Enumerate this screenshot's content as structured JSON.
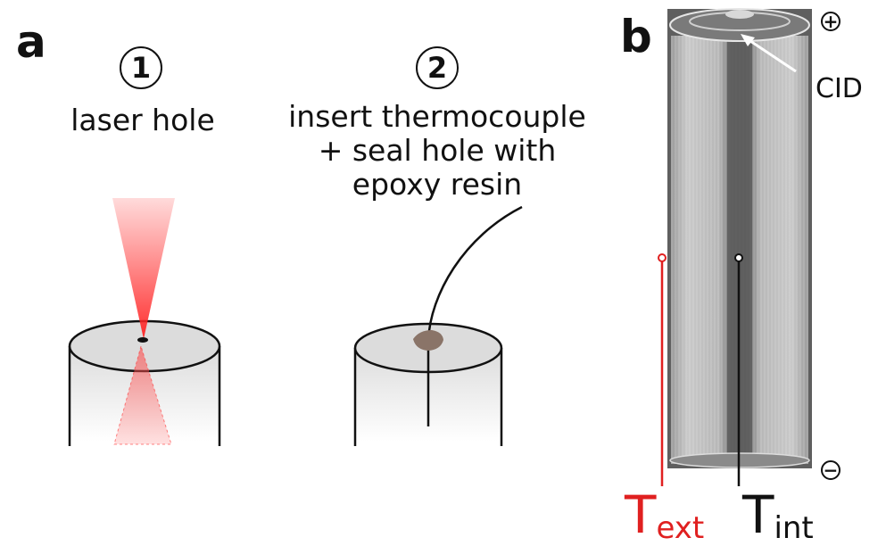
{
  "panel_a": {
    "letter": "a",
    "step1": {
      "number": "1",
      "caption": "laser hole"
    },
    "step2": {
      "number": "2",
      "caption_lines": [
        "insert thermocouple",
        "+ seal hole with",
        "epoxy resin"
      ]
    }
  },
  "panel_b": {
    "letter": "b",
    "plus_symbol": "+",
    "minus_symbol": "−",
    "cid_label": "CID",
    "t_ext": {
      "main": "T",
      "sub": "ext",
      "color": "#e02020"
    },
    "t_int": {
      "main": "T",
      "sub": "int",
      "color": "#111111"
    }
  },
  "colors": {
    "laser": "#ff3333",
    "cell_fill": "#dcdcdc",
    "epoxy": "#8a7468",
    "xray_bg": "#6e6e6e"
  }
}
